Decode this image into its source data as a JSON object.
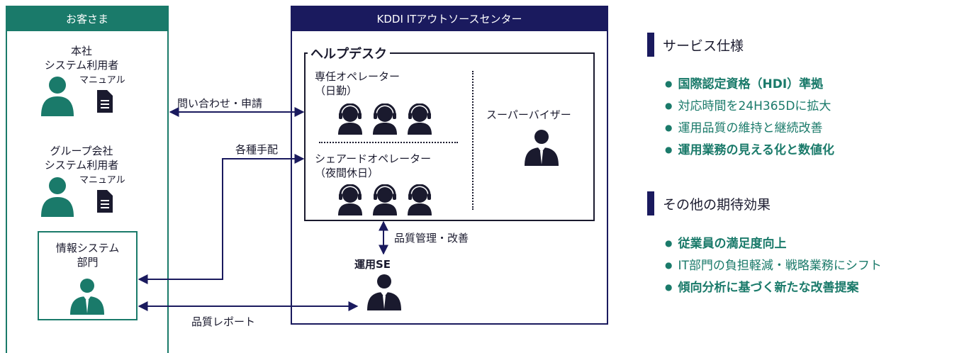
{
  "colors": {
    "teal": "#1a7a6a",
    "navy": "#1a1a5e",
    "bullet_teal": "#1a7a6a"
  },
  "customer": {
    "header": "お客さま",
    "hq_users": "本社\nシステム利用者",
    "hq_manual": "マニュアル",
    "group_users": "グループ会社\nシステム利用者",
    "group_manual": "マニュアル",
    "it_dept": "情報システム\n部門"
  },
  "center": {
    "header": "KDDI ITアウトソースセンター",
    "helpdesk": "ヘルプデスク",
    "dedicated_op": "専任オペレーター\n（日勤）",
    "shared_op": "シェアードオペレーター\n（夜間休日）",
    "supervisor": "スーパーバイザー",
    "quality_mgmt": "品質管理・改善",
    "ops_se": "運用SE"
  },
  "flows": {
    "inquiry": "問い合わせ・申請",
    "arrangements": "各種手配",
    "quality_report": "品質レポート"
  },
  "service_spec": {
    "title": "サービス仕様",
    "items": [
      {
        "text": "国際認定資格（HDI）準拠",
        "bold": true
      },
      {
        "text": "対応時間を24H365Dに拡大",
        "bold": false
      },
      {
        "text": "運用品質の維持と継続改善",
        "bold": false
      },
      {
        "text": "運用業務の見える化と数値化",
        "bold": true
      }
    ]
  },
  "other_effects": {
    "title": "その他の期待効果",
    "items": [
      {
        "text": "従業員の満足度向上",
        "bold": true
      },
      {
        "text": "IT部門の負担軽減・戦略業務にシフト",
        "bold": false
      },
      {
        "text": "傾向分析に基づく新たな改善提案",
        "bold": true
      }
    ]
  },
  "icons": {
    "person": "person-icon",
    "document": "document-icon",
    "headset_operator": "headset-operator-icon",
    "businessman": "businessman-icon"
  }
}
